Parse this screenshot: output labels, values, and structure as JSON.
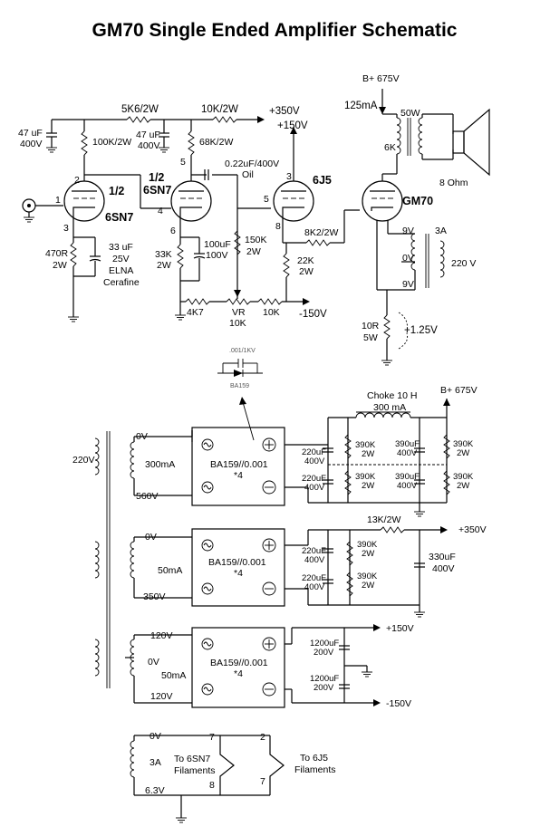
{
  "title": "GM70 Single Ended Amplifier Schematic",
  "amp": {
    "c47a_v": "47 uF",
    "c47a_r": "400V",
    "r5k6": "5K6/2W",
    "r100k": "100K/2W",
    "c47b_v": "47 uF",
    "c47b_r": "400V",
    "r10k": "10K/2W",
    "rail350": "+350V",
    "r68k": "68K/2W",
    "rail150": "+150V",
    "c022": "0.22uF/400V",
    "c022_type": "Oil",
    "tube1_a": "1/2",
    "tube1_b": "6SN7",
    "tube2_a": "1/2",
    "tube2_b": "6SN7",
    "tube3": "6J5",
    "tube4": "GM70",
    "b675": "B+ 675V",
    "i125": "125mA",
    "ot_50w": "50W",
    "ot_6k": "6K",
    "spk": "8 Ohm",
    "r470_v": "470R",
    "r470_w": "2W",
    "c33_v": "33 uF",
    "c33_r": "25V",
    "c33_b": "ELNA",
    "c33_t": "Cerafine",
    "r33k_v": "33K",
    "r33k_w": "2W",
    "c100_v": "100uF",
    "c100_r": "100V",
    "r150k_v": "150K",
    "r150k_w": "2W",
    "r8k2": "8K2/2W",
    "r22k_v": "22K",
    "r22k_w": "2W",
    "r4k7": "4K7",
    "vr_a": "VR",
    "vr_b": "10K",
    "r10kb": "10K",
    "rail_m150": "-150V",
    "ft_9v_a": "9V",
    "ft_0v": "0V",
    "ft_9v_b": "9V",
    "ft_3a": "3A",
    "ft_220": "220 V",
    "r10r_v": "10R",
    "r10r_w": "5W",
    "bias": "+1.25V",
    "pin1": "1",
    "pin2": "2",
    "pin3": "3",
    "pin4": "4",
    "pin5": "5",
    "pin6": "6",
    "pin8": "8",
    "pin3b": "3"
  },
  "diode_detail": {
    "cap": ".001/1KV",
    "diode": "BA159"
  },
  "supply1": {
    "mains": "220V",
    "v0": "0V",
    "i": "300mA",
    "v560": "560V",
    "bridge_a": "BA159//0.001",
    "bridge_b": "*4",
    "choke_a": "Choke 10 H",
    "choke_b": "300 mA",
    "b675": "B+ 675V",
    "c1_v": "220uF",
    "c1_r": "400V",
    "c2_v": "220uF",
    "c2_r": "400V",
    "r1_v": "390K",
    "r1_w": "2W",
    "r2_v": "390K",
    "r2_w": "2W",
    "c3_v": "390uF",
    "c3_r": "400V",
    "c4_v": "390uF",
    "c4_r": "400V",
    "r3_v": "390K",
    "r3_w": "2W",
    "r4_v": "390K",
    "r4_w": "2W"
  },
  "supply2": {
    "v0": "0V",
    "i": "50mA",
    "v350": "350V",
    "bridge_a": "BA159//0.001",
    "bridge_b": "*4",
    "r13k": "13K/2W",
    "out": "+350V",
    "c1_v": "220uF",
    "c1_r": "400V",
    "c2_v": "220uF",
    "c2_r": "400V",
    "r1_v": "390K",
    "r1_w": "2W",
    "r2_v": "390K",
    "r2_w": "2W",
    "c330_v": "330uF",
    "c330_r": "400V"
  },
  "supply3": {
    "v120a": "120V",
    "v0": "0V",
    "i": "50mA",
    "v120b": "120V",
    "bridge_a": "BA159//0.001",
    "bridge_b": "*4",
    "out_p": "+150V",
    "out_m": "-150V",
    "c1_v": "1200uF",
    "c1_r": "200V",
    "c2_v": "1200uF",
    "c2_r": "200V"
  },
  "filament": {
    "v0": "0V",
    "i": "3A",
    "v63": "6.3V",
    "p7": "7",
    "p8": "8",
    "p2": "2",
    "p7b": "7",
    "to6sn7_a": "To 6SN7",
    "to6sn7_b": "Filaments",
    "to6j5_a": "To 6J5",
    "to6j5_b": "Filaments"
  }
}
